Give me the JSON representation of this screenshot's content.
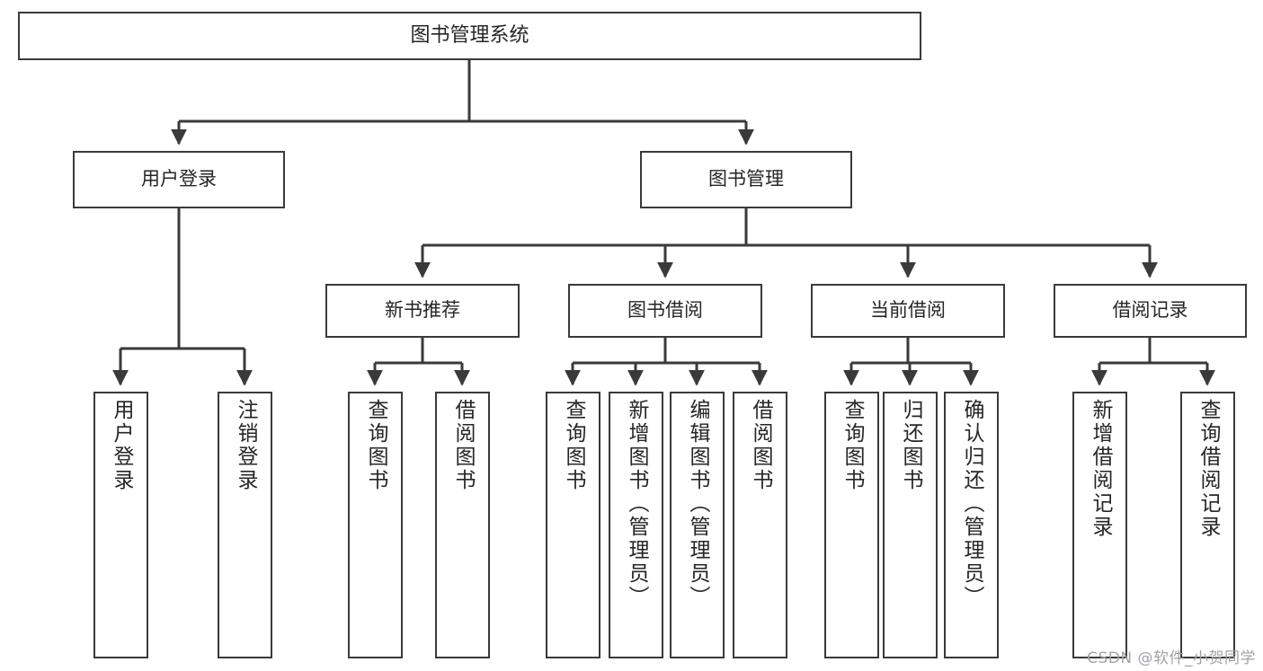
{
  "diagram": {
    "title": "图书管理系统",
    "type": "tree-hierarchy-chart",
    "root": {
      "id": "root",
      "label": "图书管理系统"
    },
    "level2": [
      {
        "id": "user-login",
        "label": "用户登录"
      },
      {
        "id": "book-management",
        "label": "图书管理"
      }
    ],
    "level3": [
      {
        "id": "new-book-recommend",
        "label": "新书推荐",
        "parent": "book-management"
      },
      {
        "id": "book-borrow",
        "label": "图书借阅",
        "parent": "book-management"
      },
      {
        "id": "current-borrow",
        "label": "当前借阅",
        "parent": "book-management"
      },
      {
        "id": "borrow-record",
        "label": "借阅记录",
        "parent": "book-management"
      }
    ],
    "leaves": [
      {
        "id": "leaf-user-login",
        "label": "用户登录",
        "parent": "user-login"
      },
      {
        "id": "leaf-logout-login",
        "label": "注销登录",
        "parent": "user-login"
      },
      {
        "id": "leaf-query-book-1",
        "label": "查询图书",
        "parent": "new-book-recommend"
      },
      {
        "id": "leaf-borrow-book-1",
        "label": "借阅图书",
        "parent": "new-book-recommend"
      },
      {
        "id": "leaf-query-book-2",
        "label": "查询图书",
        "parent": "book-borrow"
      },
      {
        "id": "leaf-add-book",
        "label": "新增图书（管理员）",
        "parent": "book-borrow"
      },
      {
        "id": "leaf-edit-book",
        "label": "编辑图书（管理员）",
        "parent": "book-borrow"
      },
      {
        "id": "leaf-borrow-book-2",
        "label": "借阅图书",
        "parent": "book-borrow"
      },
      {
        "id": "leaf-query-book-3",
        "label": "查询图书",
        "parent": "current-borrow"
      },
      {
        "id": "leaf-return-book",
        "label": "归还图书",
        "parent": "current-borrow"
      },
      {
        "id": "leaf-confirm-return",
        "label": "确认归还（管理员）",
        "parent": "current-borrow"
      },
      {
        "id": "leaf-add-record",
        "label": "新增借阅记录",
        "parent": "borrow-record"
      },
      {
        "id": "leaf-query-record",
        "label": "查询借阅记录",
        "parent": "borrow-record"
      }
    ],
    "watermark": "CSDN @软件_小贺同学",
    "colors": {
      "stroke": "#3a3a3a",
      "text": "#262626",
      "background": "#ffffff",
      "watermark": "#9fa3a8"
    }
  }
}
